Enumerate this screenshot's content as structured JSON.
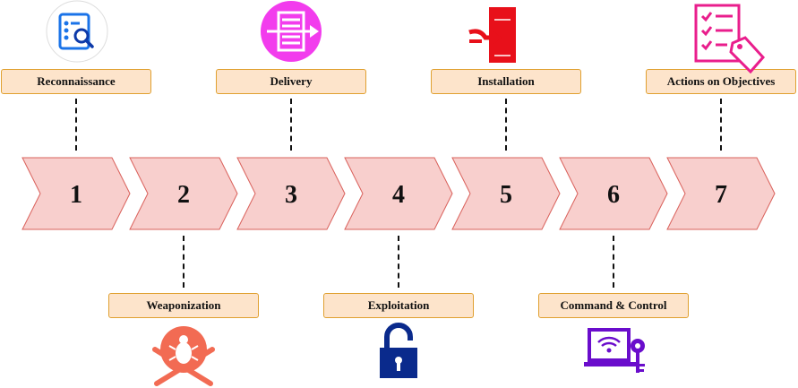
{
  "stages": [
    {
      "number": "1",
      "label": "Reconnaissance",
      "position": "top",
      "icon": "document-search-icon"
    },
    {
      "number": "2",
      "label": "Weaponization",
      "position": "bottom",
      "icon": "bug-crossbones-icon"
    },
    {
      "number": "3",
      "label": "Delivery",
      "position": "top",
      "icon": "delivery-arrow-icon"
    },
    {
      "number": "4",
      "label": "Exploitation",
      "position": "bottom",
      "icon": "unlocked-padlock-icon"
    },
    {
      "number": "5",
      "label": "Installation",
      "position": "top",
      "icon": "server-install-icon"
    },
    {
      "number": "6",
      "label": "Command & Control",
      "position": "bottom",
      "icon": "laptop-wifi-key-icon"
    },
    {
      "number": "7",
      "label": "Actions on Objectives",
      "position": "top",
      "icon": "checklist-tag-icon"
    }
  ],
  "colors": {
    "chevron_fill": "#f8cfcd",
    "chevron_stroke": "#d9605a",
    "label_fill": "#fde4cb",
    "label_border": "#e0a030"
  }
}
